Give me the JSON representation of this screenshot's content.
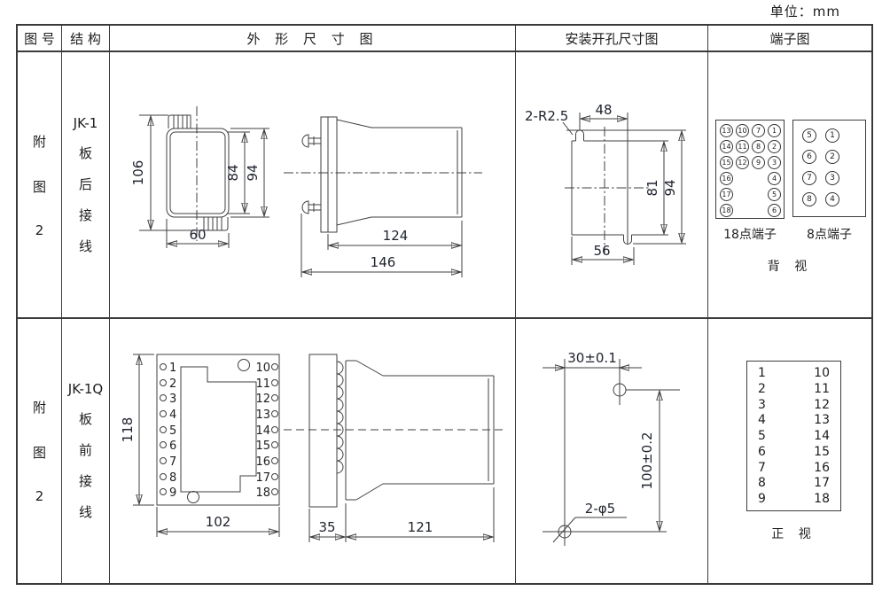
{
  "page": {
    "unit_label": "单位：mm"
  },
  "header": {
    "figure_no": "图 号",
    "structure": "结 构",
    "outline": "外 形 尺 寸 图",
    "mounting": "安装开孔尺寸图",
    "terminal": "端子图"
  },
  "row1": {
    "figure_no": {
      "l1": "附",
      "l2": "图",
      "l3": "2"
    },
    "structure": {
      "l1": "JK-1",
      "l2": "板",
      "l3": "后",
      "l4": "接",
      "l5": "线"
    },
    "outline": {
      "h_overall": "106",
      "h_inner": "84",
      "h_front": "94",
      "w_front": "60",
      "l_body": "124",
      "l_overall": "146"
    },
    "mounting": {
      "slots": "2-R2.5",
      "w_top": "48",
      "h_cutout": "81",
      "h_overall": "94",
      "w_bottom": "56"
    },
    "terminal18": {
      "label": "18点端子",
      "cells": [
        "13",
        "10",
        "7",
        "1",
        "14",
        "11",
        "8",
        "2",
        "15",
        "12",
        "9",
        "3",
        "16",
        "",
        "",
        "4",
        "17",
        "",
        "",
        "5",
        "18",
        "",
        "",
        "6"
      ]
    },
    "terminal8": {
      "label": "8点端子",
      "cells": [
        "5",
        "1",
        "6",
        "2",
        "7",
        "3",
        "8",
        "4"
      ]
    },
    "view_label": "背 视"
  },
  "row2": {
    "figure_no": {
      "l1": "附",
      "l2": "图",
      "l3": "2"
    },
    "structure": {
      "l1": "JK-1Q",
      "l2": "板",
      "l3": "前",
      "l4": "接",
      "l5": "线"
    },
    "outline": {
      "h": "118",
      "w": "102",
      "d_flange": "35",
      "d_body": "121"
    },
    "left_terminals": [
      "1",
      "2",
      "3",
      "4",
      "5",
      "6",
      "7",
      "8",
      "9"
    ],
    "right_terminals": [
      "10",
      "11",
      "12",
      "13",
      "14",
      "15",
      "16",
      "17",
      "18"
    ],
    "mounting": {
      "w": "30±0.1",
      "h": "100±0.2",
      "holes": "2-φ5"
    },
    "terminal_table": {
      "left": [
        "1",
        "2",
        "3",
        "4",
        "5",
        "6",
        "7",
        "8",
        "9"
      ],
      "right": [
        "10",
        "11",
        "12",
        "13",
        "14",
        "15",
        "16",
        "17",
        "18"
      ]
    },
    "view_label": "正 视"
  }
}
